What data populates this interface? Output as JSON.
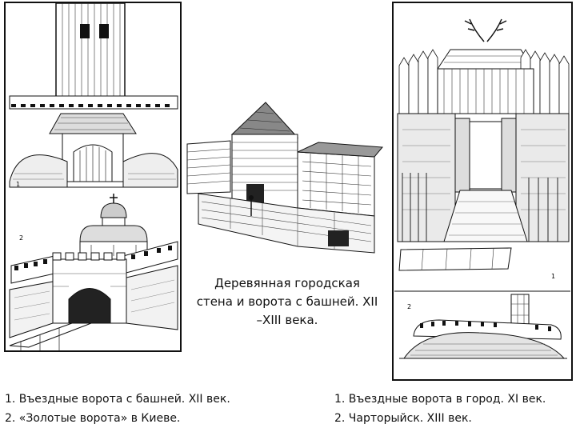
{
  "center_caption": {
    "line1": "Деревянная городская",
    "line2": "стена и ворота с башней. XII",
    "line3": "–XIII века."
  },
  "left_list": {
    "item1": "1.  Въездные ворота с башней. XII век.",
    "item2": "2. «Золотые ворота» в Киеве."
  },
  "right_list": {
    "item1": "1.  Въездные ворота в город. XI век.",
    "item2": "2. Чарторыйск. XIII век."
  },
  "figure_labels": {
    "left_top_num": "1",
    "left_bottom_num": "2",
    "right_top_num": "1",
    "right_bottom_num": "2"
  }
}
